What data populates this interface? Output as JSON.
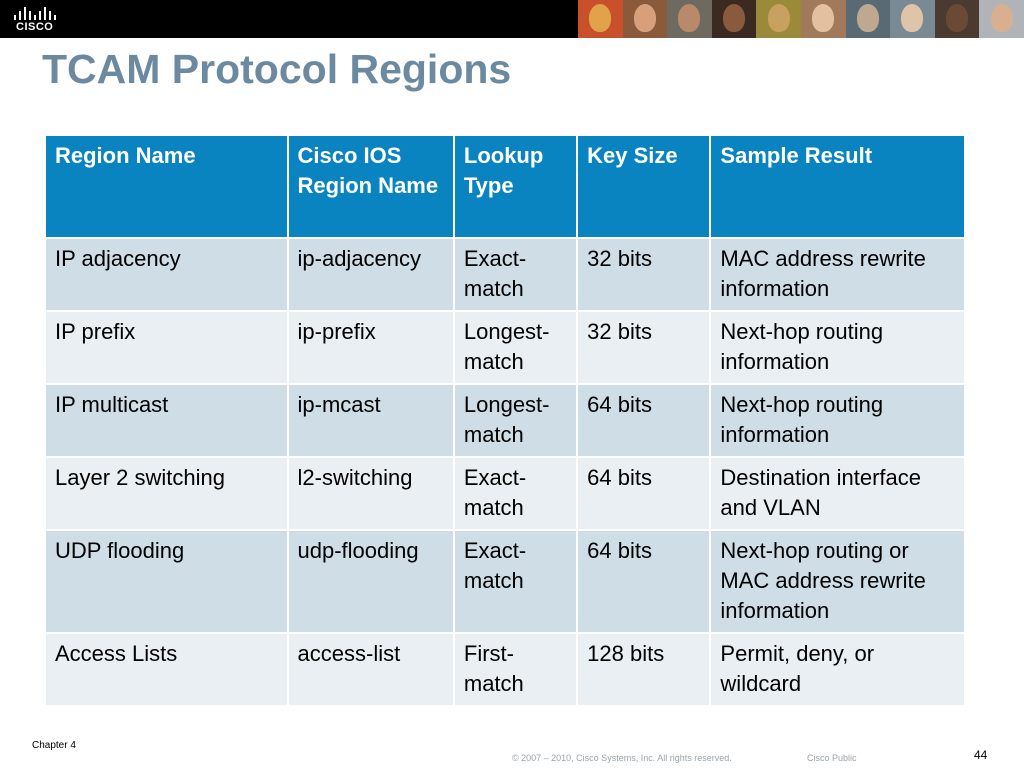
{
  "brand": {
    "logo_text": "CISCO"
  },
  "slide": {
    "title": "TCAM Protocol Regions"
  },
  "table": {
    "headers": [
      "Region Name",
      "Cisco IOS Region Name",
      "Lookup Type",
      "Key Size",
      "Sample Result"
    ],
    "rows": [
      [
        "IP adjacency",
        "ip-adjacency",
        "Exact-match",
        "32 bits",
        "MAC address rewrite information"
      ],
      [
        "IP prefix",
        "ip-prefix",
        "Longest-match",
        "32 bits",
        "Next-hop routing information"
      ],
      [
        "IP multicast",
        "ip-mcast",
        "Longest-match",
        "64 bits",
        "Next-hop routing information"
      ],
      [
        "Layer 2 switching",
        "l2-switching",
        "Exact-match",
        "64 bits",
        "Destination interface and VLAN"
      ],
      [
        "UDP flooding",
        "udp-flooding",
        "Exact-match",
        "64 bits",
        "Next-hop routing or MAC address rewrite information"
      ],
      [
        "Access Lists",
        "access-list",
        "First-match",
        "128 bits",
        "Permit, deny, or wildcard"
      ]
    ]
  },
  "footer": {
    "chapter": "Chapter 4",
    "copyright": "© 2007 – 2010, Cisco Systems, Inc. All rights reserved.",
    "classification": "Cisco Public",
    "page_number": "44"
  },
  "colors": {
    "header_bg": "#0a84c0",
    "row_odd_bg": "#cfdde7",
    "row_even_bg": "#e9eff3",
    "title_color": "#6c8a9f"
  }
}
